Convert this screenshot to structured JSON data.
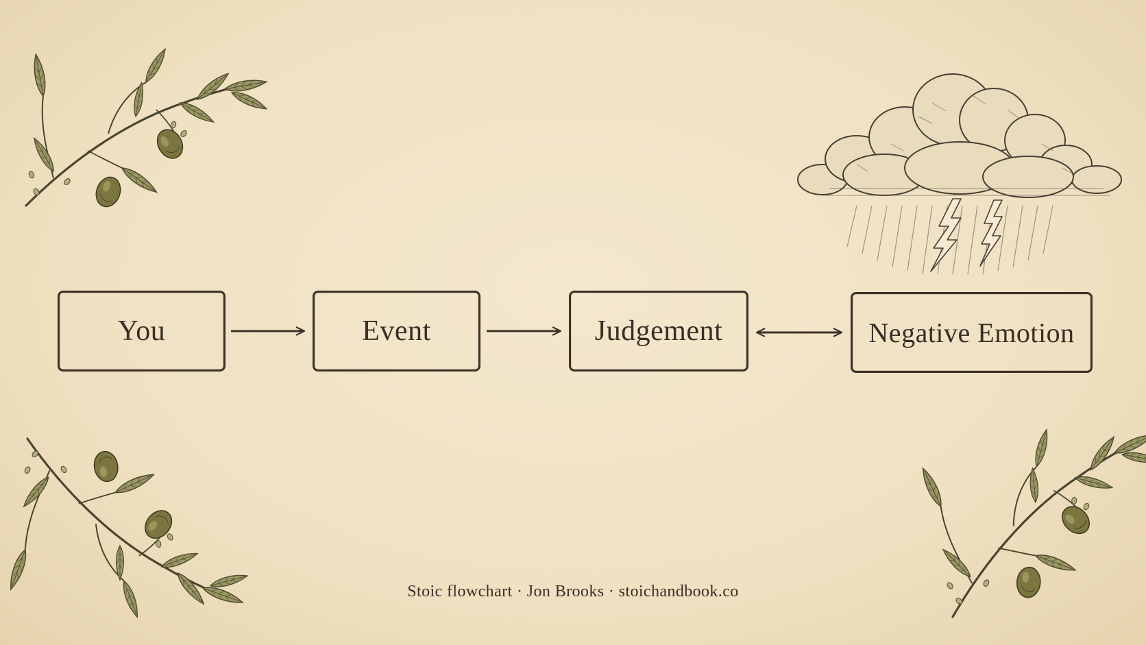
{
  "diagram": {
    "nodes": [
      {
        "id": "you",
        "label": "You"
      },
      {
        "id": "event",
        "label": "Event"
      },
      {
        "id": "judgement",
        "label": "Judgement"
      },
      {
        "id": "negative_emotion",
        "label": "Negative Emotion"
      }
    ],
    "edges": [
      {
        "from": "you",
        "to": "event",
        "direction": "forward"
      },
      {
        "from": "event",
        "to": "judgement",
        "direction": "forward"
      },
      {
        "from": "judgement",
        "to": "negative_emotion",
        "direction": "both"
      }
    ]
  },
  "footer": {
    "text": "Stoic flowchart  ·  Jon Brooks  ·  stoichandbook.co"
  },
  "decorations": {
    "corner_illustration": "olive-branch",
    "storm_illustration": "storm-cloud-with-lightning"
  },
  "colors": {
    "background": "#f1e4c7",
    "ink": "#3d3128",
    "leaf": "#8a8a5a",
    "olive": "#6f6a36"
  }
}
